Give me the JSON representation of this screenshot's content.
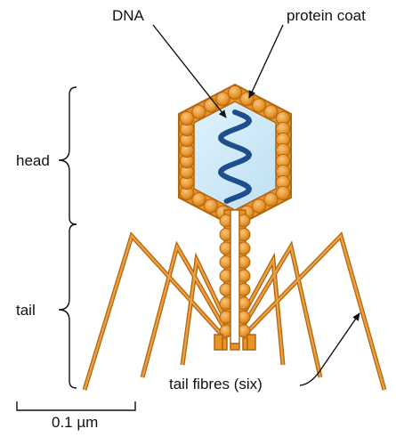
{
  "labels": {
    "dna": "DNA",
    "protein_coat": "protein coat",
    "head": "head",
    "tail": "tail",
    "tail_fibres": "tail fibres (six)",
    "scale": "0.1 µm"
  },
  "colors": {
    "coat_fill": "#e8962a",
    "coat_stroke": "#b5660f",
    "head_interior": "#c9e6f7",
    "dna": "#1f4e8c",
    "ink": "#111111"
  }
}
